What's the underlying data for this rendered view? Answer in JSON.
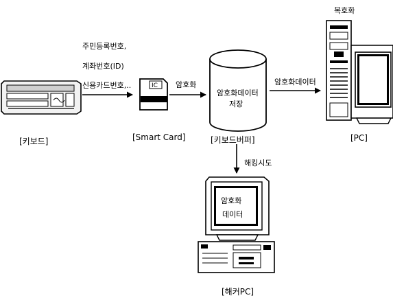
{
  "labels": {
    "arrow1_line1": "주민등록번호,",
    "arrow1_line2": "계좌번호(ID)",
    "arrow1_line3": "신용카드번호,..",
    "arrow2": "암호화",
    "arrow3": "암호화데이터",
    "decrypt": "복호화",
    "hacking": "해킹시도",
    "db_line1": "암호화데이터",
    "db_line2": "저장",
    "monitor_line1": "암호화",
    "monitor_line2": "데이터",
    "card_chip": "IC"
  },
  "captions": {
    "keyboard": "[키보드]",
    "smartcard": "[Smart Card]",
    "server": "[키보드버퍼]",
    "pc": "[PC]",
    "hacker": "[해커PC]"
  }
}
